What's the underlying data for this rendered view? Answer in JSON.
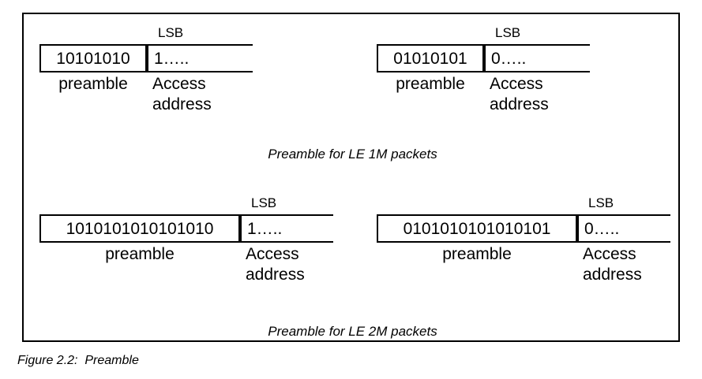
{
  "figure": {
    "caption": "Figure 2.2:  Preamble",
    "sections": [
      {
        "id": "le-1m",
        "caption": "Preamble for LE 1M packets",
        "packets": [
          {
            "id": "le-1m-a",
            "lsb_label": "LSB",
            "preamble_bits": "10101010",
            "access_bits": "1…..",
            "preamble_label": "preamble",
            "access_label_line1": "Access",
            "access_label_line2": "address"
          },
          {
            "id": "le-1m-b",
            "lsb_label": "LSB",
            "preamble_bits": "01010101",
            "access_bits": "0…..",
            "preamble_label": "preamble",
            "access_label_line1": "Access",
            "access_label_line2": "address"
          }
        ]
      },
      {
        "id": "le-2m",
        "caption": "Preamble for LE 2M packets",
        "packets": [
          {
            "id": "le-2m-a",
            "lsb_label": "LSB",
            "preamble_bits": "1010101010101010",
            "access_bits": "1…..",
            "preamble_label": "preamble",
            "access_label_line1": "Access",
            "access_label_line2": "address"
          },
          {
            "id": "le-2m-b",
            "lsb_label": "LSB",
            "preamble_bits": "0101010101010101",
            "access_bits": "0…..",
            "preamble_label": "preamble",
            "access_label_line1": "Access",
            "access_label_line2": "address"
          }
        ]
      }
    ]
  },
  "colors": {
    "stroke": "#000000",
    "background": "#ffffff",
    "text": "#000000"
  }
}
